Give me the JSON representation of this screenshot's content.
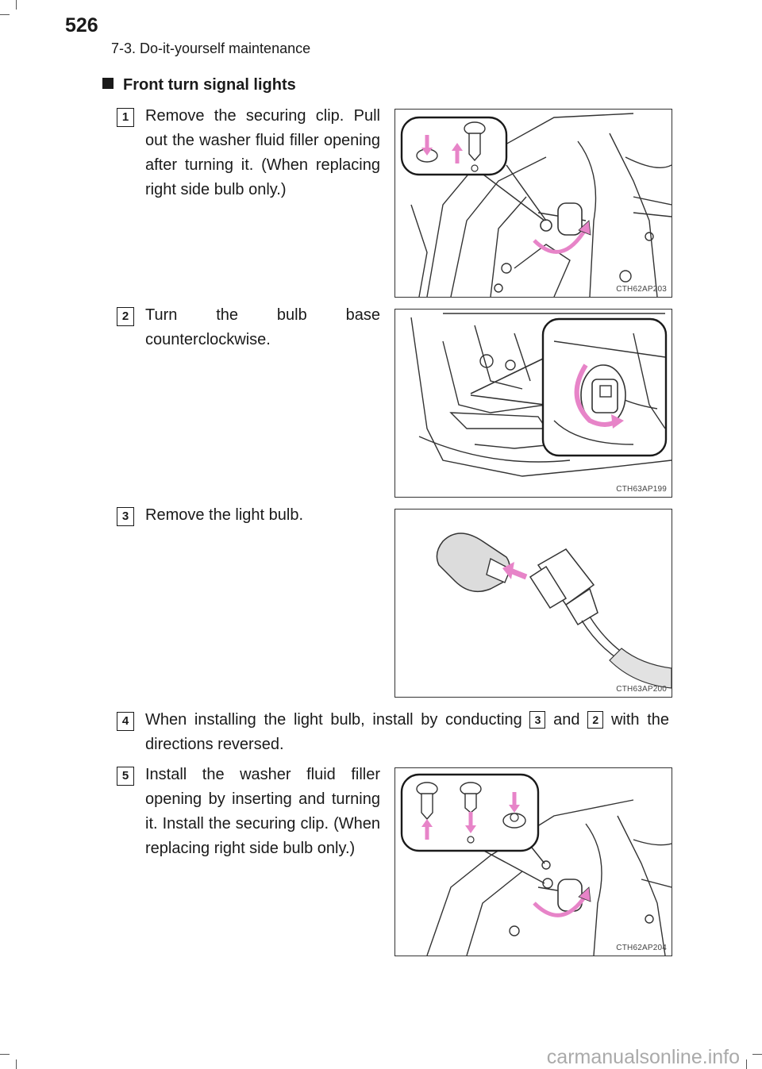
{
  "header": {
    "page_number": "526",
    "chapter": "7-3. Do-it-yourself maintenance"
  },
  "section": {
    "title": "Front turn signal lights"
  },
  "steps": [
    {
      "number": "1",
      "text": "Remove the securing clip. Pull out the washer fluid filler opening after turning it. (When replacing right side bulb only.)",
      "figure_code": "CTH62AP203"
    },
    {
      "number": "2",
      "text": "Turn the bulb base counterclockwise.",
      "figure_code": "CTH63AP199"
    },
    {
      "number": "3",
      "text": "Remove the light bulb.",
      "figure_code": "CTH63AP200"
    },
    {
      "number": "4",
      "text_before": "When installing the light bulb, install by conducting",
      "ref_a": "3",
      "text_middle": "and",
      "ref_b": "2",
      "text_after": "with the directions reversed."
    },
    {
      "number": "5",
      "text": "Install the washer fluid filler opening by inserting and turning it. Install the securing clip. (When replacing right side bulb only.)",
      "figure_code": "CTH62AP204"
    }
  ],
  "watermark": "carmanualsonline.info",
  "colors": {
    "arrow": "#e784c8",
    "line": "#333333"
  }
}
